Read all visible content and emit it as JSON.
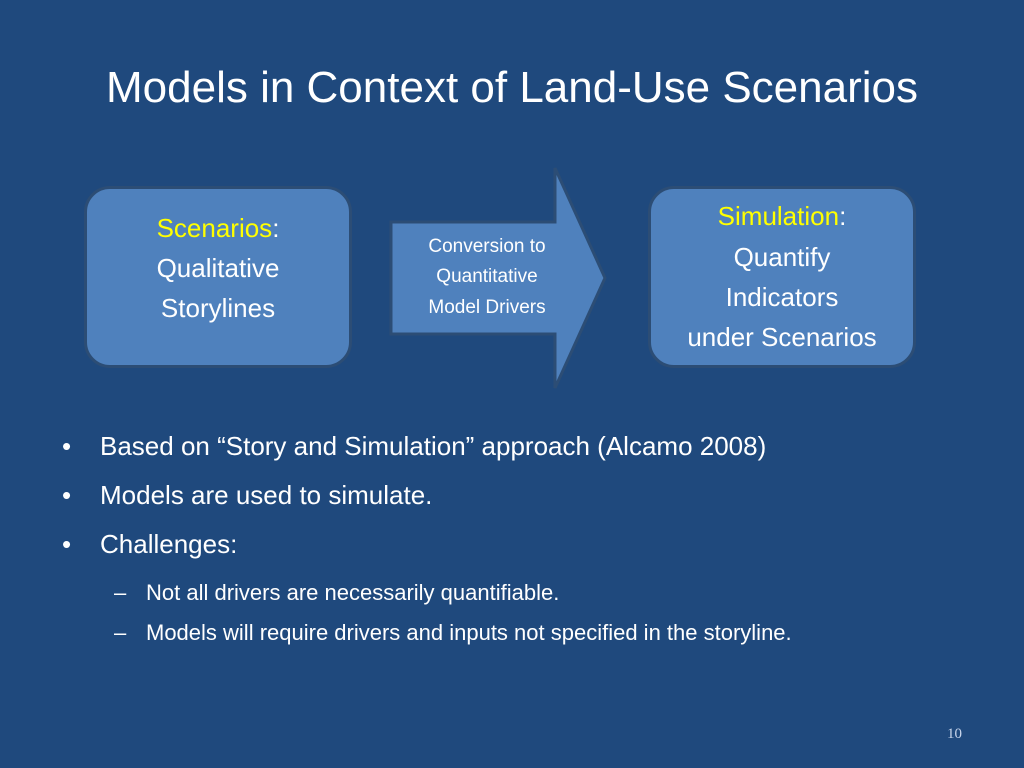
{
  "slide": {
    "title": "Models in Context of Land-Use Scenarios",
    "diagram": {
      "left_box": {
        "highlight": "Scenarios",
        "colon": ":",
        "line2": "Qualitative",
        "line3": "Storylines"
      },
      "arrow": {
        "line1": "Conversion to",
        "line2": "Quantitative",
        "line3": "Model Drivers"
      },
      "right_box": {
        "highlight": "Simulation",
        "colon": ":",
        "line2": "Quantify",
        "line3": "Indicators",
        "line4": "under Scenarios"
      },
      "colors": {
        "box_fill": "#4f81bd",
        "box_border": "#2c4d75",
        "highlight_text": "#ffff00",
        "background": "#1f497d"
      }
    },
    "bullets": [
      "Based on “Story and Simulation” approach (Alcamo 2008)",
      "Models are used to simulate.",
      "Challenges:"
    ],
    "sub_bullets": [
      "Not all drivers are necessarily quantifiable.",
      "Models will require drivers and inputs not specified in the storyline."
    ],
    "page_number": "10"
  }
}
